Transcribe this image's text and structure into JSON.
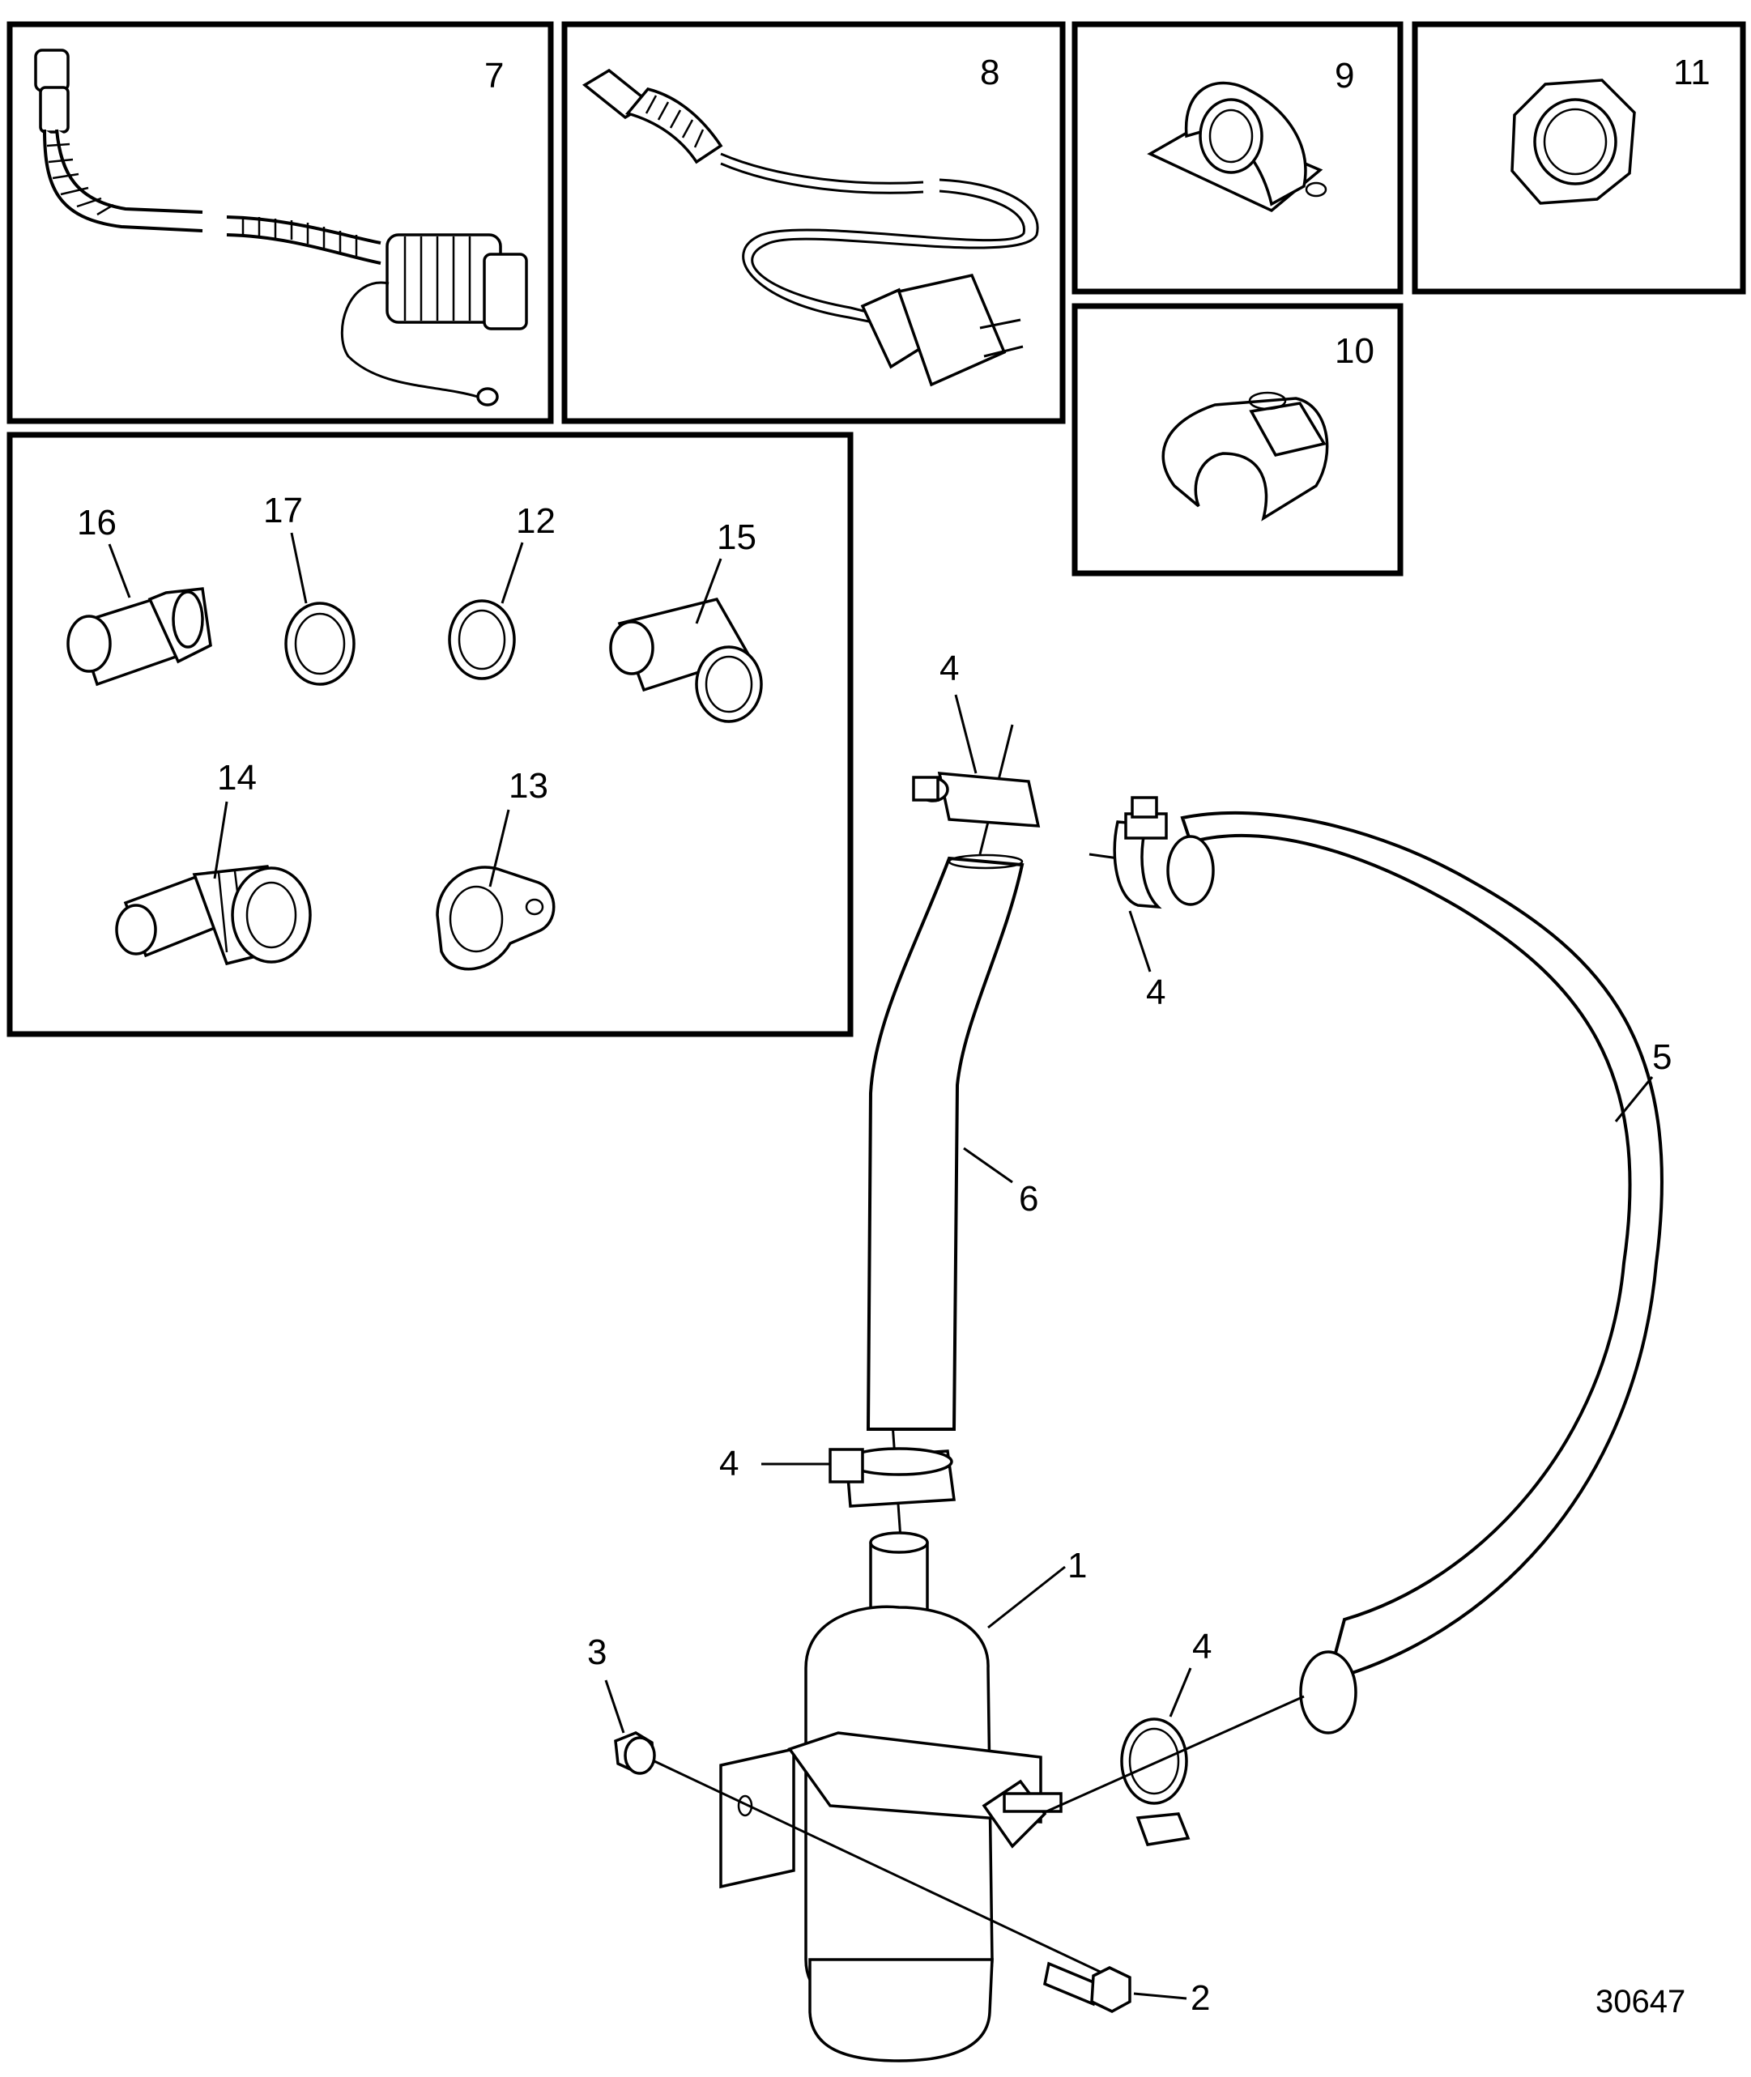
{
  "diagram": {
    "reference_number": "30647",
    "callouts": {
      "c1": "1",
      "c2": "2",
      "c3": "3",
      "c4a": "4",
      "c4b": "4",
      "c4c": "4",
      "c4d": "4",
      "c5": "5",
      "c6": "6",
      "c7": "7",
      "c8": "8",
      "c9": "9",
      "c10": "10",
      "c11": "11",
      "c12": "12",
      "c13": "13",
      "c14": "14",
      "c15": "15",
      "c16": "16",
      "c17": "17"
    }
  }
}
